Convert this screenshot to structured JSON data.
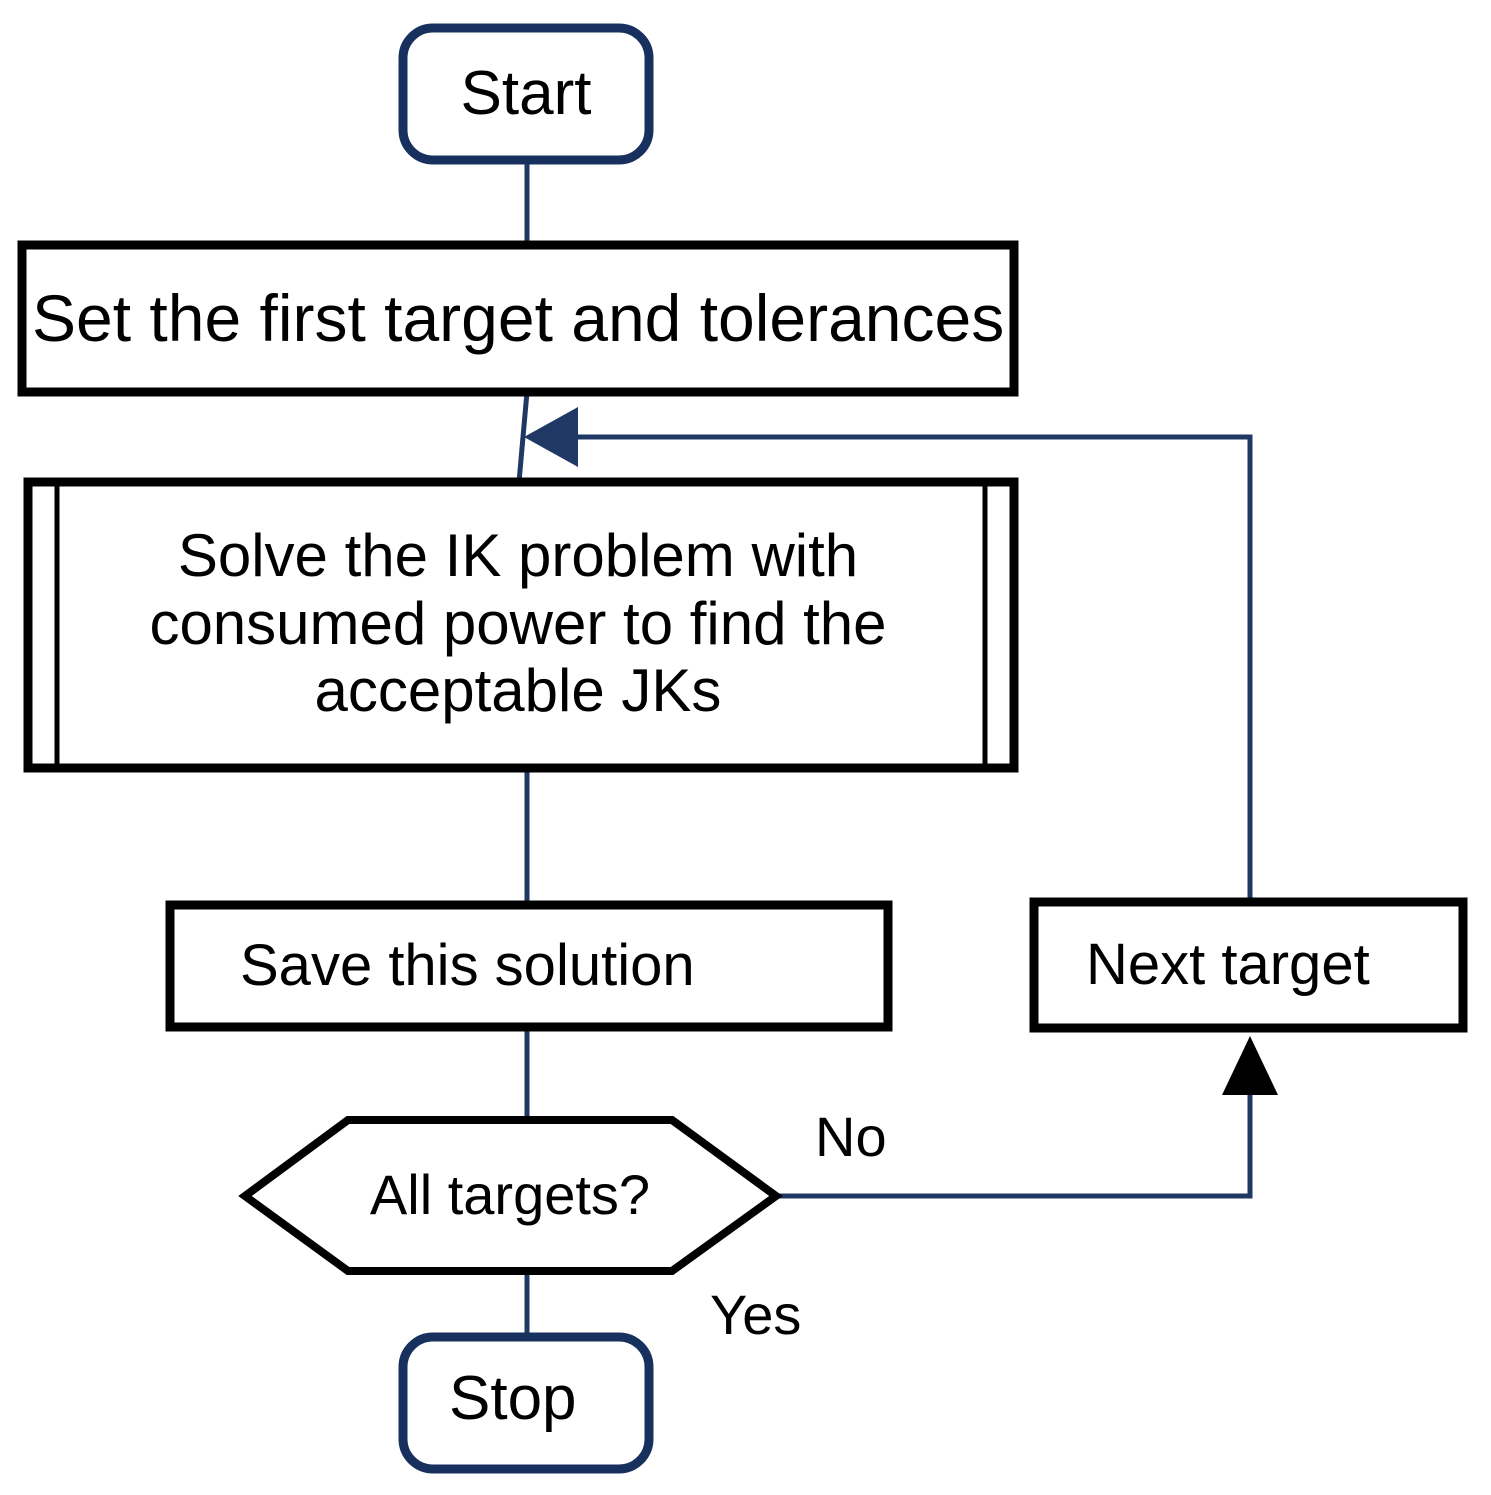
{
  "diagram": {
    "title": "Inverse kinematics target-sweep flowchart",
    "colors": {
      "terminator_border": "#17305e",
      "process_border": "#000000",
      "connector_blue": "#1f3864",
      "arrow_black": "#000000",
      "background": "#ffffff"
    },
    "nodes": [
      {
        "id": "start",
        "shape": "terminator",
        "label": "Start"
      },
      {
        "id": "set-target",
        "shape": "process",
        "label": "Set the first target and tolerances"
      },
      {
        "id": "solve-ik",
        "shape": "predefined-process",
        "label": "Solve the IK problem with\nconsumed power to find the\nacceptable JKs"
      },
      {
        "id": "save",
        "shape": "process",
        "label": "Save this solution"
      },
      {
        "id": "decision",
        "shape": "hexagon",
        "label": "All targets?"
      },
      {
        "id": "next-target",
        "shape": "process",
        "label": "Next target"
      },
      {
        "id": "stop",
        "shape": "terminator",
        "label": "Stop"
      }
    ],
    "edges": [
      {
        "id": "e-start-set",
        "from": "start",
        "to": "set-target",
        "label": ""
      },
      {
        "id": "e-set-solve",
        "from": "set-target",
        "to": "solve-ik",
        "label": ""
      },
      {
        "id": "e-solve-save",
        "from": "solve-ik",
        "to": "save",
        "label": ""
      },
      {
        "id": "e-save-decision",
        "from": "save",
        "to": "decision",
        "label": ""
      },
      {
        "id": "e-decision-next",
        "from": "decision",
        "to": "next-target",
        "label": "No"
      },
      {
        "id": "e-decision-stop",
        "from": "decision",
        "to": "stop",
        "label": "Yes"
      },
      {
        "id": "e-next-solve",
        "from": "next-target",
        "to": "solve-ik",
        "label": ""
      }
    ],
    "edge_labels": {
      "no": "No",
      "yes": "Yes"
    }
  }
}
